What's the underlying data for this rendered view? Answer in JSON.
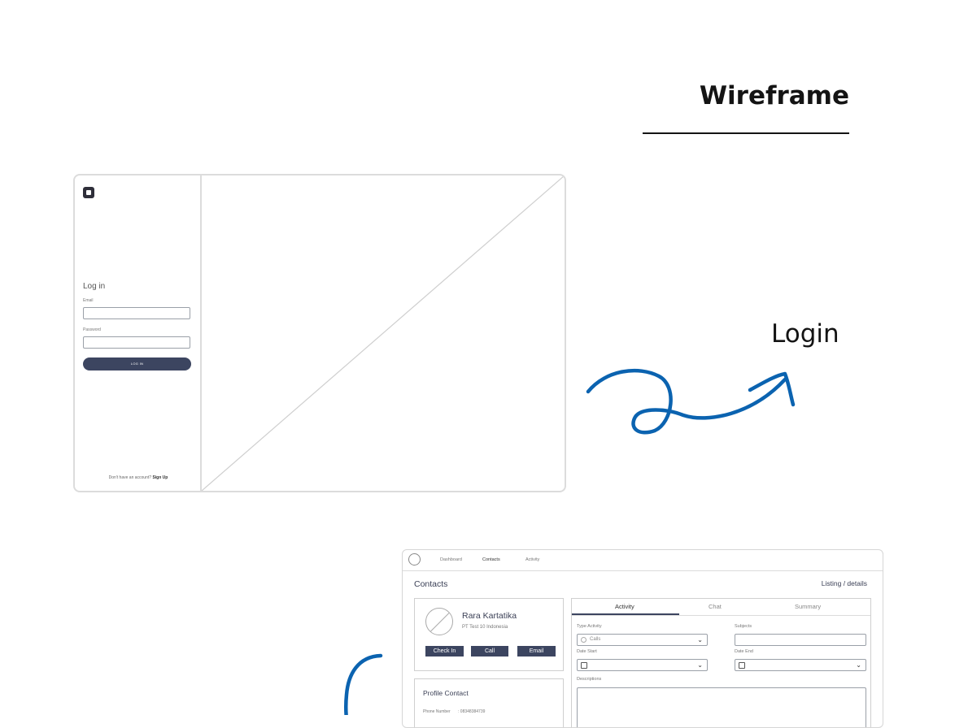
{
  "page": {
    "heading": "Wireframe",
    "login_caption": "Login",
    "accent_color": "#0b63b0"
  },
  "login_screen": {
    "title": "Log in",
    "email_label": "Email",
    "password_label": "Password",
    "button_label": "LOG IN",
    "signup_prompt": "Don't have an account?",
    "signup_link": "Sign Up"
  },
  "contacts_screen": {
    "nav": [
      "Dashboard",
      "Contacts",
      "Activity"
    ],
    "active_nav": "Contacts",
    "title": "Contacts",
    "breadcrumb": "Listing / details",
    "contact": {
      "name": "Rara Kartatika",
      "company": "PT Test 10 Indonesia",
      "buttons": [
        "Check In",
        "Call",
        "Email"
      ]
    },
    "profile": {
      "heading": "Profile Contact",
      "phone_label": "Phone Number",
      "phone_value": ": 08348384739"
    },
    "tabs": [
      "Activity",
      "Chat",
      "Summary"
    ],
    "active_tab": "Activity",
    "form": {
      "type_activity_label": "Type Activity",
      "type_activity_value": "Calls",
      "subjects_label": "Subjects",
      "date_start_label": "Date Start",
      "date_end_label": "Date End",
      "descriptions_label": "Descriptions"
    }
  }
}
